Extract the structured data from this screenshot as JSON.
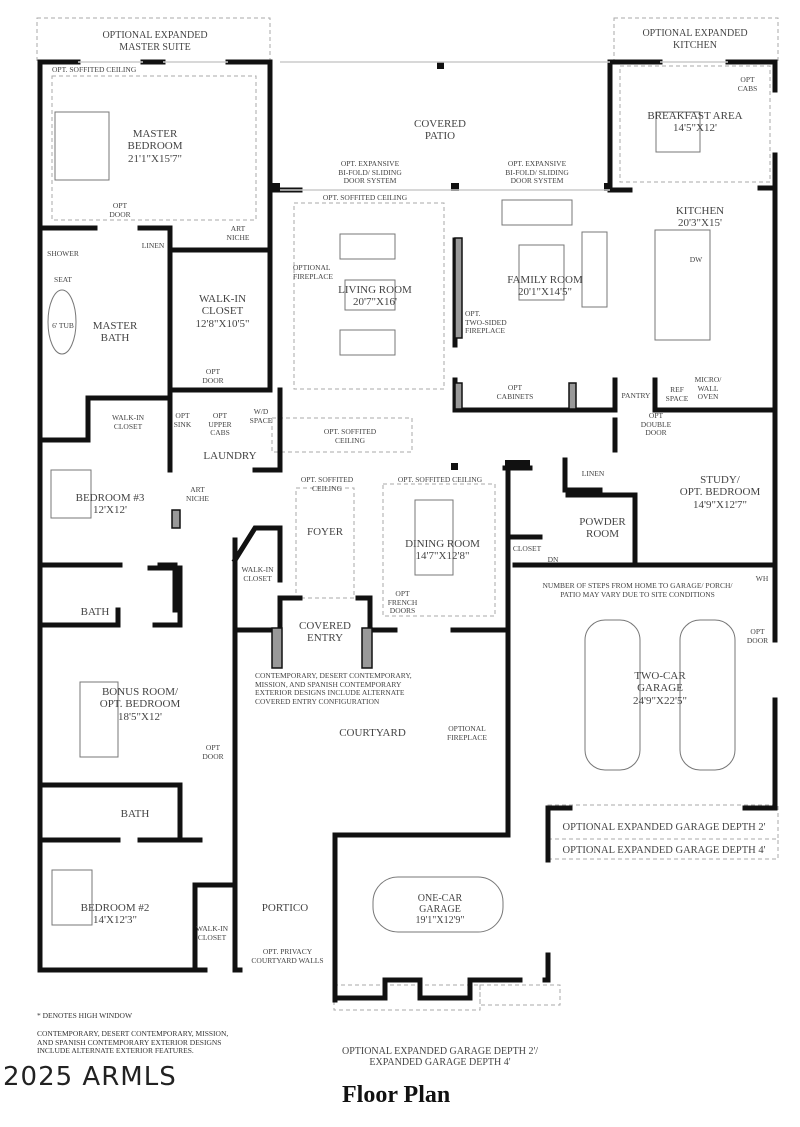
{
  "title": "Floor Plan",
  "watermark": "2025 ARMLS",
  "optional_areas": {
    "expanded_master_suite": "OPTIONAL EXPANDED\nMASTER SUITE",
    "expanded_kitchen": "OPTIONAL EXPANDED\nKITCHEN",
    "garage_depth_2": "OPTIONAL EXPANDED GARAGE DEPTH 2'",
    "garage_depth_4": "OPTIONAL EXPANDED GARAGE DEPTH 4'",
    "one_car_garage_depth": "OPTIONAL EXPANDED GARAGE DEPTH 2'/\nEXPANDED GARAGE DEPTH 4'"
  },
  "rooms": {
    "master_bedroom": {
      "name": "MASTER\nBEDROOM",
      "size": "21'1\"X15'7\""
    },
    "covered_patio": {
      "name": "COVERED\nPATIO"
    },
    "breakfast_area": {
      "name": "BREAKFAST AREA",
      "size": "14'5\"X12'"
    },
    "kitchen": {
      "name": "KITCHEN",
      "size": "20'3\"X15'"
    },
    "living_room": {
      "name": "LIVING ROOM",
      "size": "20'7\"X16'"
    },
    "family_room": {
      "name": "FAMILY ROOM",
      "size": "20'1\"X14'5\""
    },
    "walk_in_closet_master": {
      "name": "WALK-IN\nCLOSET",
      "size": "12'8\"X10'5\""
    },
    "master_bath": {
      "name": "MASTER\nBATH"
    },
    "laundry": {
      "name": "LAUNDRY"
    },
    "bedroom_3": {
      "name": "BEDROOM #3",
      "size": "12'X12'"
    },
    "foyer": {
      "name": "FOYER"
    },
    "dining_room": {
      "name": "DINING ROOM",
      "size": "14'7\"X12'8\""
    },
    "powder_room": {
      "name": "POWDER\nROOM"
    },
    "study": {
      "name": "STUDY/\nOPT. BEDROOM",
      "size": "14'9\"X12'7\""
    },
    "covered_entry": {
      "name": "COVERED\nENTRY"
    },
    "bath_1": {
      "name": "BATH"
    },
    "bonus_room": {
      "name": "BONUS ROOM/\nOPT. BEDROOM",
      "size": "18'5\"X12'"
    },
    "courtyard": {
      "name": "COURTYARD"
    },
    "two_car_garage": {
      "name": "TWO-CAR\nGARAGE",
      "size": "24'9\"X22'5\""
    },
    "bath_2": {
      "name": "BATH"
    },
    "bedroom_2": {
      "name": "BEDROOM #2",
      "size": "14'X12'3\""
    },
    "portico": {
      "name": "PORTICO"
    },
    "one_car_garage": {
      "name": "ONE-CAR\nGARAGE",
      "size": "19'1\"X12'9\""
    }
  },
  "annotations": {
    "opt_soffited_master": "OPT. SOFFITED CEILING",
    "opt_door_master": "OPT\nDOOR",
    "art_niche_1": "ART\nNICHE",
    "bifold_1": "OPT. EXPANSIVE\nBI-FOLD/ SLIDING\nDOOR SYSTEM",
    "bifold_2": "OPT. EXPANSIVE\nBI-FOLD/ SLIDING\nDOOR SYSTEM",
    "opt_soffited_living": "OPT. SOFFITED CEILING",
    "opt_cabs": "OPT\nCABS",
    "shower": "SHOWER",
    "seat": "SEAT",
    "linen_master": "LINEN",
    "tub": "6' TUB",
    "optional_fireplace_living": "OPTIONAL\nFIREPLACE",
    "two_sided_fireplace": "OPT.\nTWO-SIDED\nFIREPLACE",
    "dw": "DW",
    "opt_door_closet": "OPT\nDOOR",
    "opt_cabinets": "OPT\nCABINETS",
    "pantry": "PANTRY",
    "ref_space": "REF\nSPACE",
    "micro_wall_oven": "MICRO/\nWALL\nOVEN",
    "walk_in_closet_bath": "WALK-IN\nCLOSET",
    "opt_sink": "OPT\nSINK",
    "opt_upper_cabs": "OPT\nUPPER\nCABS",
    "wd_space": "W/D\nSPACE",
    "opt_soffited_hall": "OPT. SOFFITED\nCEILING",
    "opt_double_door": "OPT\nDOUBLE\nDOOR",
    "opt_soffited_foyer": "OPT. SOFFITED\nCEILING",
    "opt_soffited_dining": "OPT. SOFFITED CEILING",
    "linen_powder": "LINEN",
    "art_niche_2": "ART\nNICHE",
    "closet": "CLOSET",
    "dn": "DN",
    "walk_in_closet_foyer": "WALK-IN\nCLOSET",
    "opt_french_doors": "OPT\nFRENCH\nDOORS",
    "steps_note": "NUMBER OF STEPS FROM HOME TO GARAGE/ PORCH/\nPATIO MAY VARY DUE TO SITE CONDITIONS",
    "wh": "WH",
    "opt_door_garage": "OPT\nDOOR",
    "entry_note": "CONTEMPORARY, DESERT CONTEMPORARY,\nMISSION, AND SPANISH CONTEMPORARY\nEXTERIOR DESIGNS INCLUDE ALTERNATE\nCOVERED ENTRY CONFIGURATION",
    "optional_fireplace_courtyard": "OPTIONAL\nFIREPLACE",
    "opt_door_bonus": "OPT\nDOOR",
    "walk_in_closet_bed2": "WALK-IN\nCLOSET",
    "opt_privacy_walls": "OPT. PRIVACY\nCOURTYARD WALLS"
  },
  "footnotes": {
    "high_window": "* DENOTES HIGH WINDOW",
    "exterior_note": "CONTEMPORARY, DESERT CONTEMPORARY, MISSION,\nAND SPANISH CONTEMPORARY EXTERIOR DESIGNS\nINCLUDE ALTERNATE EXTERIOR FEATURES."
  }
}
